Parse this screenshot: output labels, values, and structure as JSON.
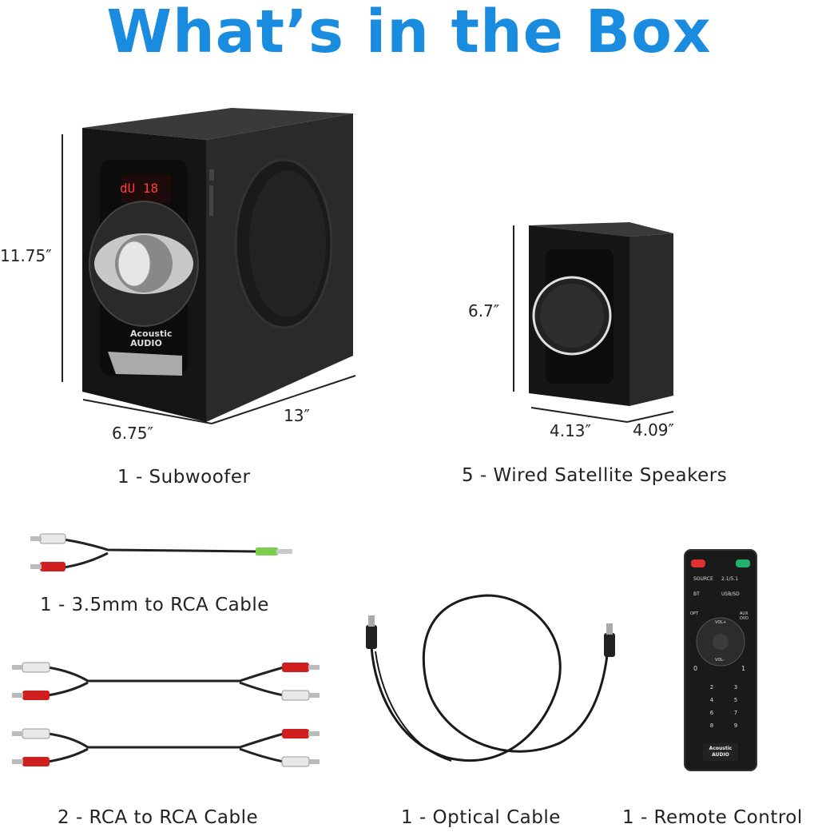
{
  "title": "What’s in the Box",
  "subwoofer": {
    "caption": "1 - Subwoofer",
    "height": "11.75″",
    "width": "6.75″",
    "depth": "13″",
    "display": "dU 18",
    "brand": "Acoustic AUDIO"
  },
  "satellite": {
    "caption": "5 - Wired Satellite Speakers",
    "height": "6.7″",
    "width": "4.13″",
    "depth": "4.09″"
  },
  "cable_35": {
    "caption": "1 - 3.5mm to RCA Cable"
  },
  "rca_cable": {
    "caption": "2 - RCA to RCA Cable"
  },
  "optical": {
    "caption": "1 - Optical Cable"
  },
  "remote": {
    "caption": "1 - Remote Control",
    "keys": [
      "SOURCE",
      "2.1/5.1",
      "BT",
      "USB/SD",
      "OPT",
      "AUX DVD",
      "VOL+",
      "VOL-",
      "0",
      "1",
      "2",
      "3",
      "4",
      "5",
      "6",
      "7",
      "8",
      "9"
    ],
    "brand": "Acoustic AUDIO"
  },
  "colors": {
    "title": "#1a8ce0",
    "speaker": "#1c1c1c",
    "rca_red": "#d11f1f",
    "rca_white": "#e8e8e8",
    "jack_green": "#7ccf4a"
  }
}
